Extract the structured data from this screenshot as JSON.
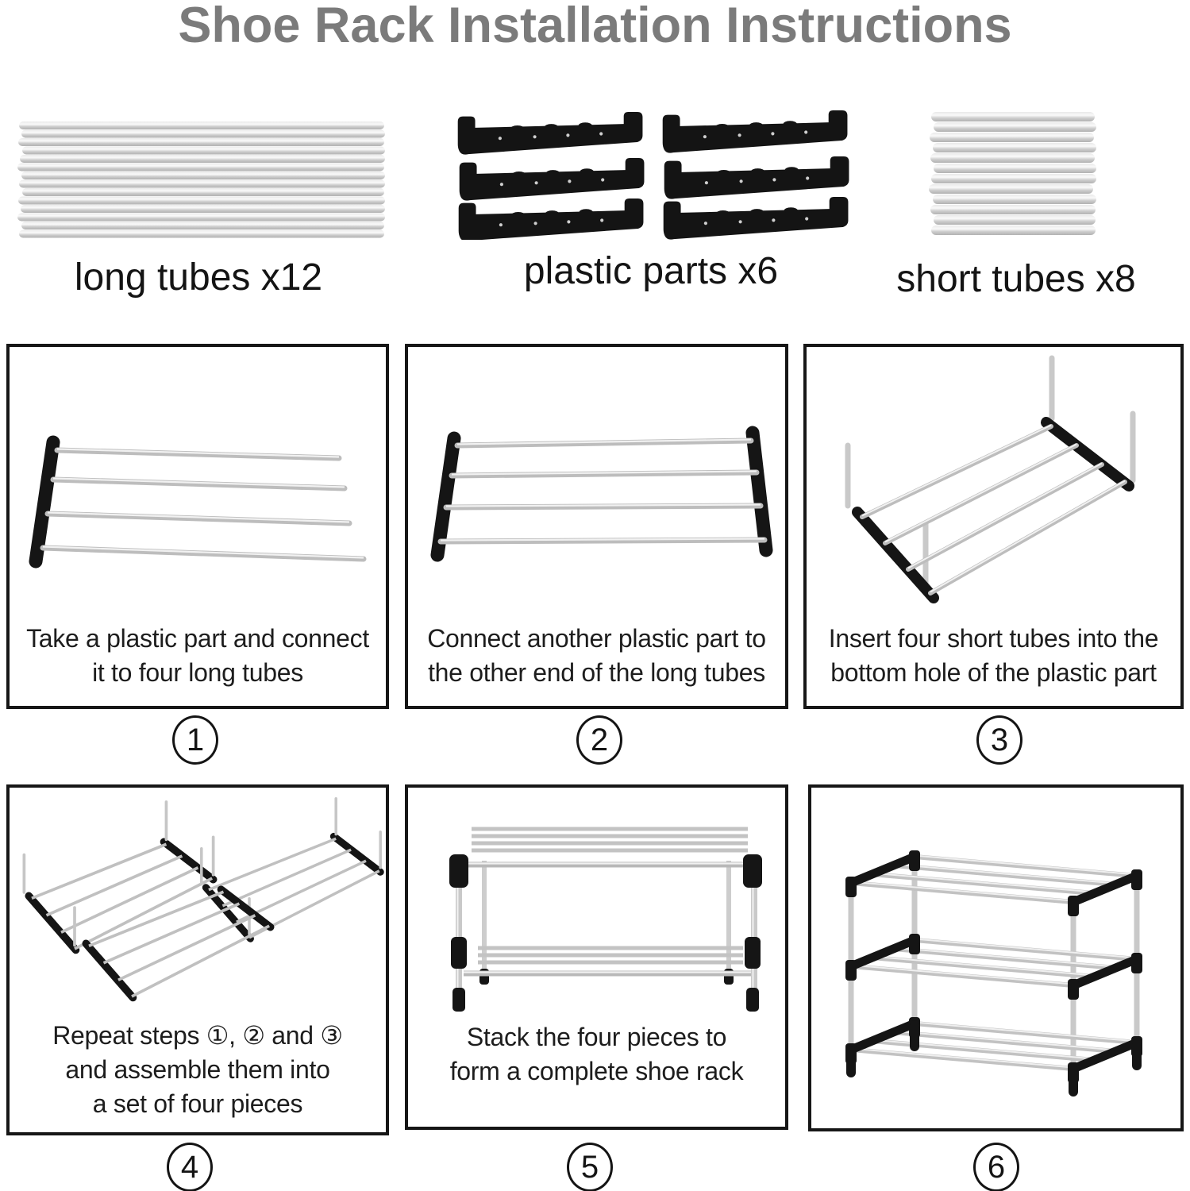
{
  "title": "Shoe Rack Installation Instructions",
  "parts": [
    {
      "label": "long tubes x12"
    },
    {
      "label": "plastic parts x6"
    },
    {
      "label": "short tubes x8"
    }
  ],
  "steps": [
    {
      "number": "1",
      "caption": "Take a plastic part and connect\nit to four long tubes"
    },
    {
      "number": "2",
      "caption": "Connect another plastic part to\nthe other end of the long tubes"
    },
    {
      "number": "3",
      "caption": "Insert four short tubes into the\nbottom hole of the plastic part"
    },
    {
      "number": "4",
      "caption": "Repeat steps ①, ② and ③\nand assemble them into\na set of four pieces"
    },
    {
      "number": "5",
      "caption": "Stack the four pieces to\nform a complete shoe rack"
    },
    {
      "number": "6",
      "caption": ""
    }
  ],
  "colors": {
    "title": "#7b7b7b",
    "text": "#1d1d1d",
    "border": "#161616",
    "plastic": "#141414",
    "tube_light": "#f1f1f1",
    "tube_mid": "#c3c3c3",
    "tube_dark": "#b0b0b0"
  }
}
